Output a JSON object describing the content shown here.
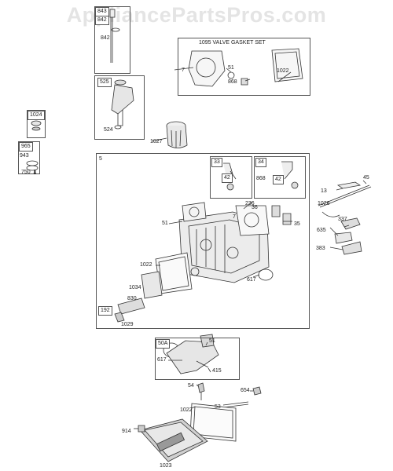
{
  "watermark": "AppliancePartsPros.com",
  "box_titles": {
    "valve_gasket_set": "1095 VALVE GASKET SET",
    "cylinder_head": "5"
  },
  "tags": {
    "t843": "843",
    "t842top": "842",
    "t525": "525",
    "t1024": "1024",
    "t965": "965",
    "t33": "33",
    "t34": "34",
    "t42a": "42",
    "t42b": "42",
    "t192": "192",
    "t50a": "50A"
  },
  "labels": {
    "l842": "842",
    "l524": "524",
    "l1027": "1027",
    "l7a": "7",
    "l51a": "51",
    "l868a": "868",
    "l1022a": "1022",
    "l943": "943",
    "l750": "750",
    "l868b": "868",
    "l13": "13",
    "l45": "45",
    "l1026": "1026",
    "l337": "337",
    "l635": "635",
    "l383": "383",
    "l236": "236",
    "l36": "36",
    "l7b": "7",
    "l51b": "51",
    "l35": "35",
    "l1022b": "1022",
    "l617a": "617",
    "l1034": "1034",
    "l830": "830",
    "l1029": "1029",
    "l51c": "51",
    "l617b": "617",
    "l415": "415",
    "l54": "54",
    "l654": "654",
    "l53": "53",
    "l1022c": "1022",
    "l914": "914",
    "l1023": "1023"
  }
}
